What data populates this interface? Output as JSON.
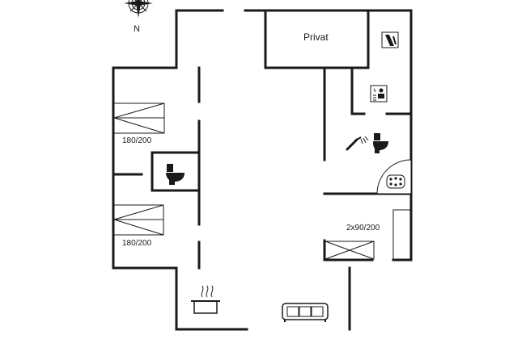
{
  "plan": {
    "compass_letter": "N",
    "room_private": "Privat",
    "bed_top_left": "180/200",
    "bed_bottom_left": "180/200",
    "bed_right": "2x90/200"
  },
  "icons": {
    "compass": "compass-rose-icon",
    "toilet_left": "toilet-icon",
    "toilet_right": "toilet-icon",
    "shower": "shower-icon",
    "sauna": "sauna-icon",
    "whirlpool": "whirlpool-icon",
    "utility": "utility-icon",
    "kitchen": "cooking-pot-icon",
    "living": "sofa-icon"
  }
}
